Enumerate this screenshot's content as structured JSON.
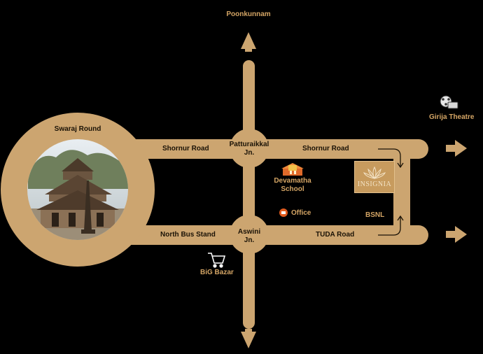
{
  "places": {
    "poonkunnam": "Poonkunnam",
    "swaraj_round": "Swaraj Round",
    "shornur_road_left": "Shornur Road",
    "shornur_road_right": "Shornur Road",
    "patturaikkal_line1": "Patturaikkal",
    "patturaikkal_line2": "Jn.",
    "devamatha_line1": "Devamatha",
    "devamatha_line2": "School",
    "girija_theatre": "Girija Theatre",
    "insignia": "INSIGNIA",
    "office": "Office",
    "bsnl": "BSNL",
    "north_bus_stand": "North Bus Stand",
    "aswini_line1": "Aswini",
    "aswini_line2": "Jn.",
    "tuda_road": "TUDA Road",
    "big_bazar": "BiG Bazar"
  },
  "colors": {
    "road": "#cca570",
    "background": "#000000",
    "label_on_road": "#1a1206",
    "label_off_road": "#d4a565",
    "insignia_box": "#c79b5e"
  },
  "icons": {
    "girija_theatre": "film-reel-icon",
    "devamatha_school": "school-building-icon",
    "office": "office-marker-icon",
    "big_bazar": "shopping-cart-icon",
    "insignia": "lotus-logo-icon",
    "swaraj_round_photo": "temple-photo"
  }
}
